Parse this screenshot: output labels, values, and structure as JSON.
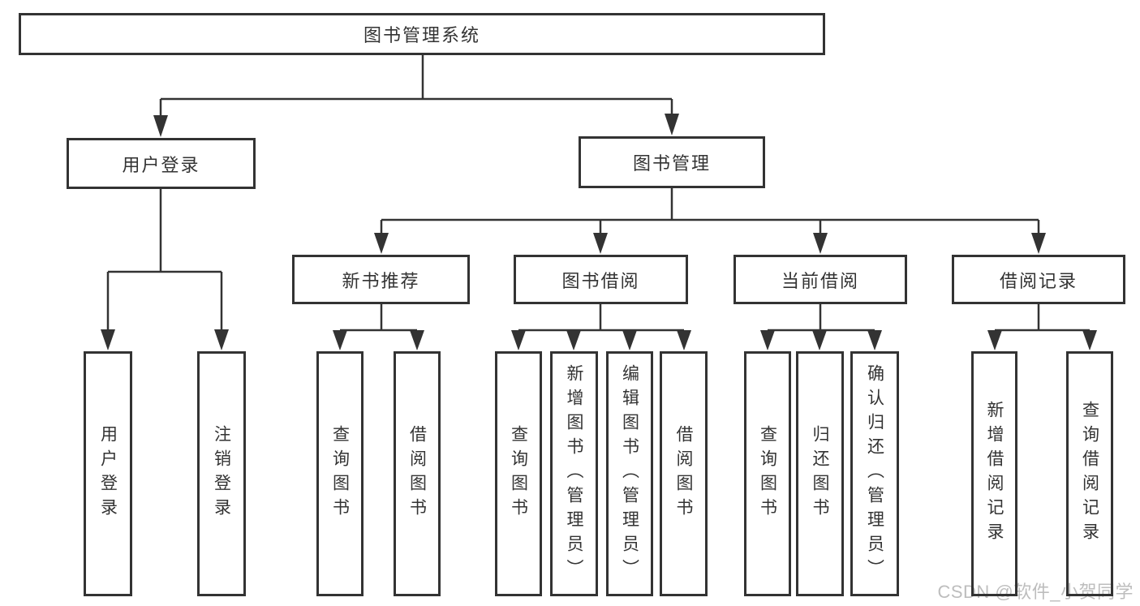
{
  "tree": {
    "label": "图书管理系统",
    "children": [
      {
        "label": "用户登录",
        "children": [
          {
            "label": "用户登录"
          },
          {
            "label": "注销登录"
          }
        ]
      },
      {
        "label": "图书管理",
        "children": [
          {
            "label": "新书推荐",
            "children": [
              {
                "label": "查询图书"
              },
              {
                "label": "借阅图书"
              }
            ]
          },
          {
            "label": "图书借阅",
            "children": [
              {
                "label": "查询图书"
              },
              {
                "label": "新增图书（管理员）"
              },
              {
                "label": "编辑图书（管理员）"
              },
              {
                "label": "借阅图书"
              }
            ]
          },
          {
            "label": "当前借阅",
            "children": [
              {
                "label": "查询图书"
              },
              {
                "label": "归还图书"
              },
              {
                "label": "确认归还（管理员）"
              }
            ]
          },
          {
            "label": "借阅记录",
            "children": [
              {
                "label": "新增借阅记录"
              },
              {
                "label": "查询借阅记录"
              }
            ]
          }
        ]
      }
    ]
  },
  "watermark": "CSDN @软件_小贺同学",
  "colors": {
    "line": "#333333",
    "node_border": "#333333",
    "text": "#333333",
    "watermark": "#bdbdbd",
    "background": "#ffffff"
  }
}
